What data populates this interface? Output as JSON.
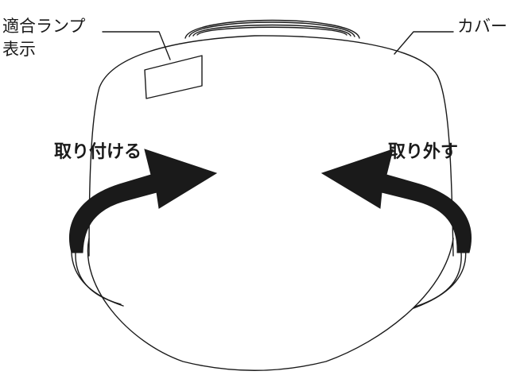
{
  "labels": {
    "lamp_line1": "適合ランプ",
    "lamp_line2": "表示",
    "cover": "カバー",
    "attach": "取り付ける",
    "remove": "取り外す"
  },
  "colors": {
    "stroke": "#1a1a1a",
    "fill": "#ffffff",
    "arrow": "#1a1a1a"
  }
}
